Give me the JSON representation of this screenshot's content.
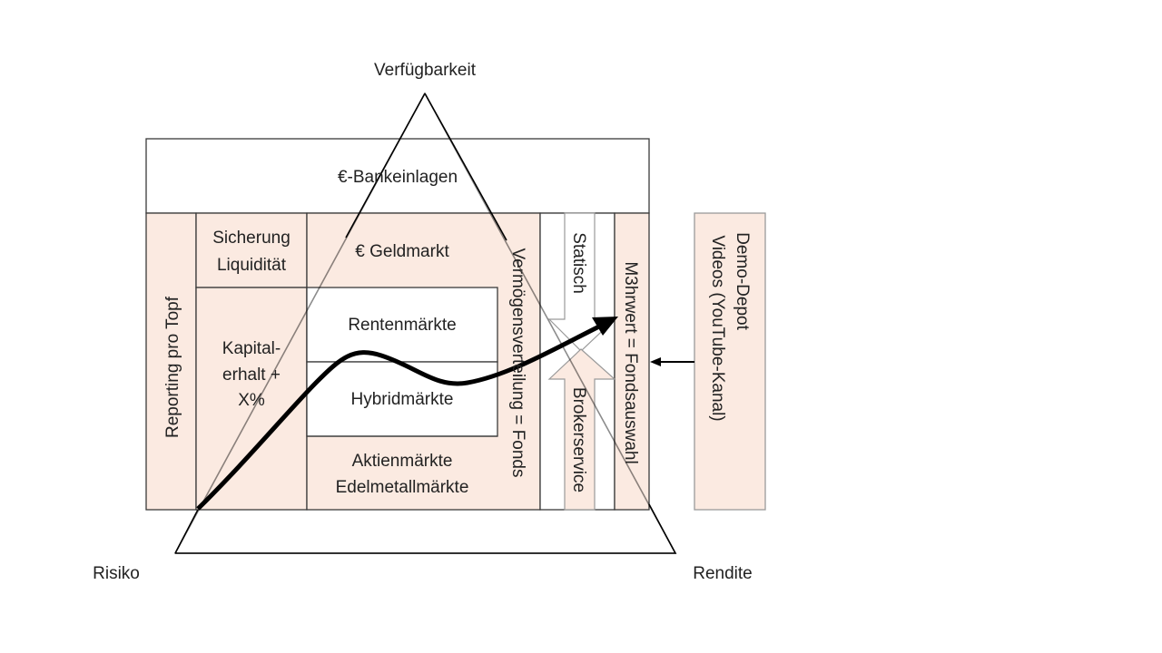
{
  "colors": {
    "pink": "#fbeae1",
    "line": "#3a3a3a",
    "arrow_stroke": "#9a9a9a"
  },
  "triangle": {
    "top": "Verfügbarkeit",
    "left": "Risiko",
    "right": "Rendite"
  },
  "cells": {
    "bank": "€-Bankeinlagen",
    "reporting": "Reporting pro Topf",
    "sicherung": [
      "Sicherung",
      "Liquidität"
    ],
    "kapital": [
      "Kapital-",
      "erhalt +",
      "X%"
    ],
    "geldmarkt": "€ Geldmarkt",
    "renten": "Rentenmärkte",
    "hybrid": "Hybridmärkte",
    "aktien": [
      "Aktienmärkte",
      "Edelmetallmärkte"
    ],
    "verteilung": "Vermögensverteilung = Fonds",
    "statisch": "Statisch",
    "broker": "Brokerservice",
    "mehrwert": "M3hrwert = Fondsauswahl",
    "demo": [
      "Demo-Depot",
      "Videos (YouTube-Kanal)"
    ]
  }
}
